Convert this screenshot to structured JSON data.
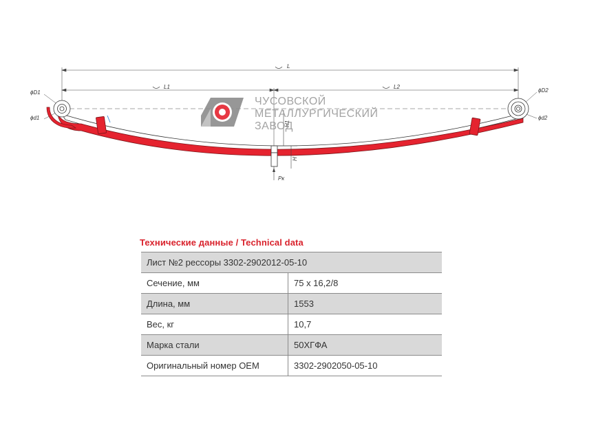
{
  "drawing": {
    "dimensions": {
      "overall_length": "L",
      "left_length": "L1",
      "right_length": "L2",
      "left_eye_outer": "ϕD1",
      "left_eye_inner": "ϕd1",
      "right_eye_outer": "ϕD2",
      "right_eye_inner": "ϕd2",
      "height_1": "H1",
      "height_2": "H",
      "load": "Pк"
    },
    "logo": {
      "line1": "ЧУСОВСКОЙ",
      "line2": "МЕТАЛЛУРГИЧЕСКИЙ",
      "line3": "ЗАВОД"
    },
    "colors": {
      "leaf_red": "#e5232f",
      "logo_gray": "#8c8c8c",
      "logo_red": "#e5232f"
    }
  },
  "tech": {
    "title": "Технические данные / Technical data",
    "header": "Лист №2 рессоры 3302-2902012-05-10",
    "rows": [
      {
        "label": "Сечение, мм",
        "value": "75 х 16,2/8"
      },
      {
        "label": "Длина, мм",
        "value": "1553"
      },
      {
        "label": "Вес, кг",
        "value": "10,7"
      },
      {
        "label": "Марка стали",
        "value": "50ХГФА"
      },
      {
        "label": "Оригинальный номер ОЕМ",
        "value": "3302-2902050-05-10"
      }
    ]
  }
}
